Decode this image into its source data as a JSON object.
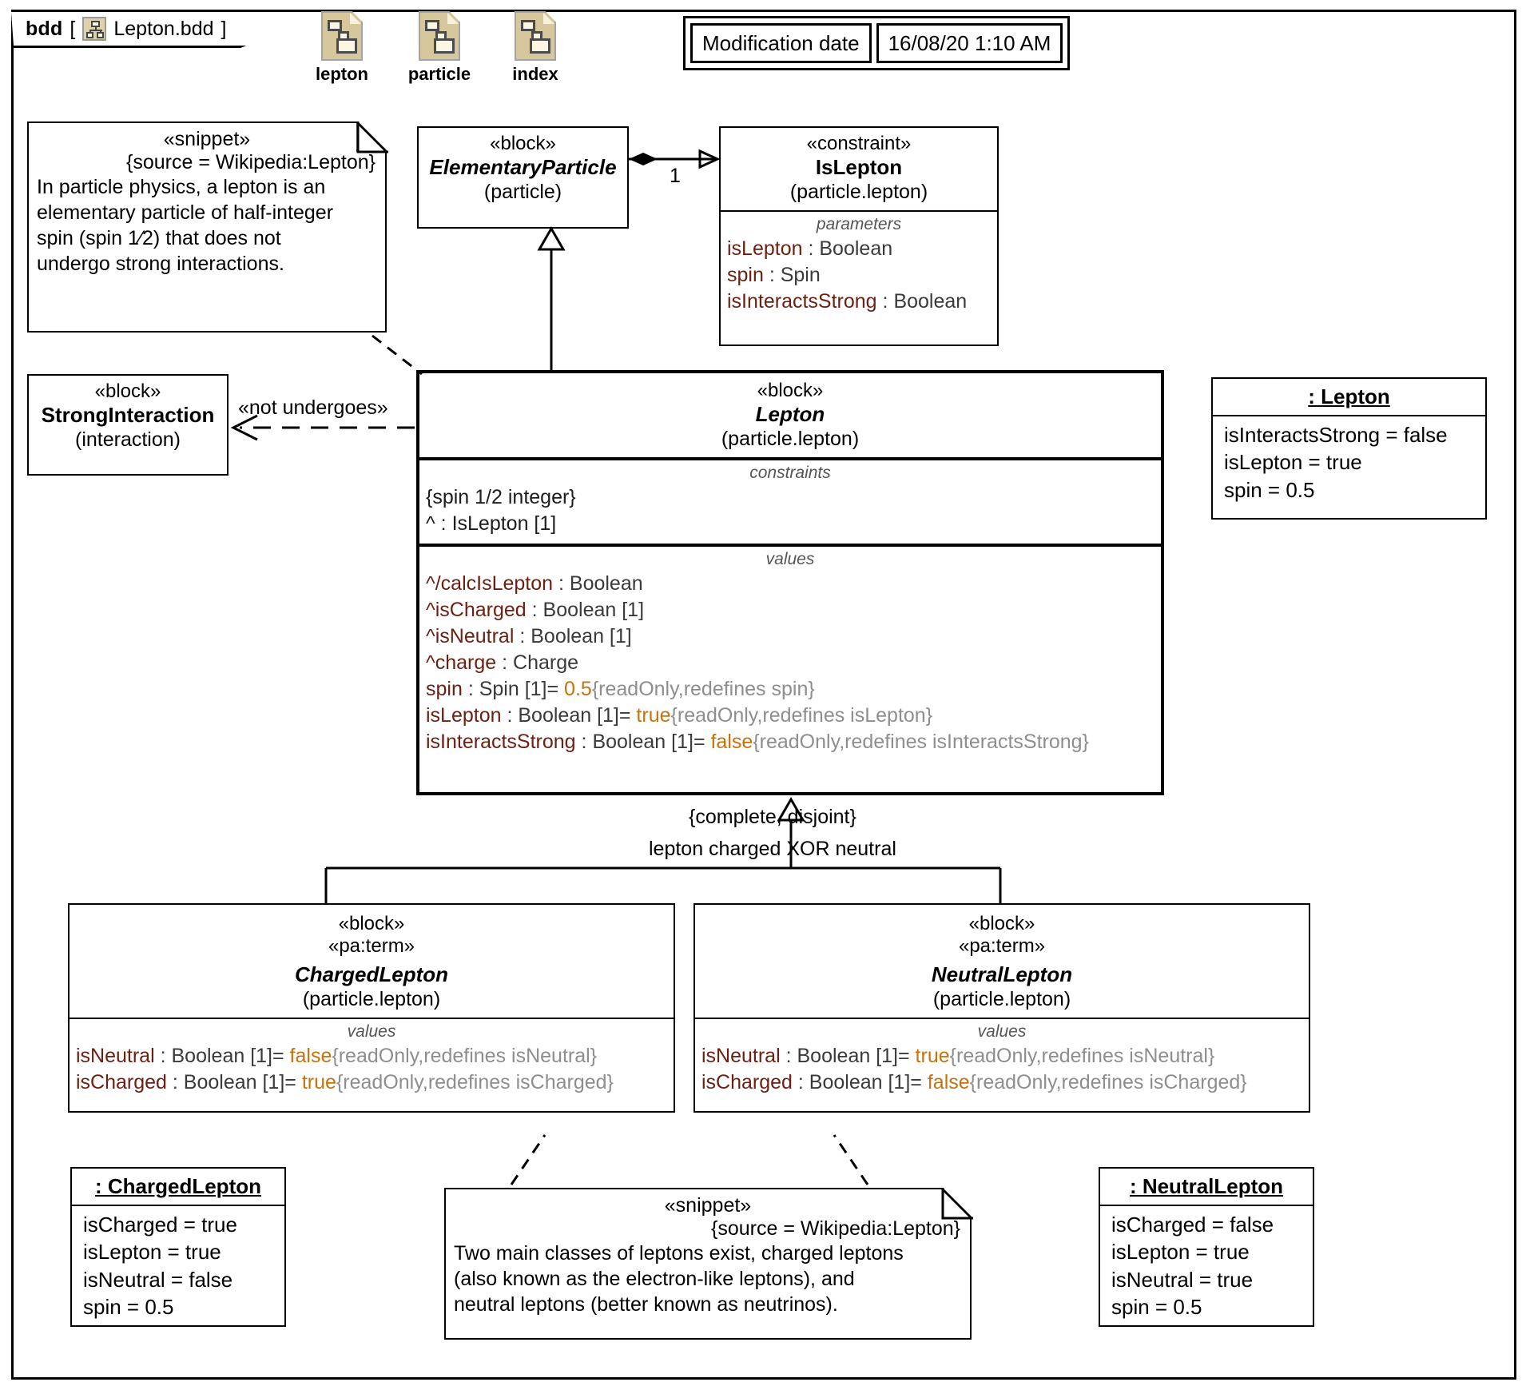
{
  "diagram": {
    "kind": "bdd",
    "bracket_open": "[",
    "bracket_close": "]",
    "name": "Lepton.bdd",
    "frame_icon": "diagram-tree-icon"
  },
  "packages": [
    {
      "label": "lepton",
      "icon": "package-icon"
    },
    {
      "label": "particle",
      "icon": "package-icon"
    },
    {
      "label": "index",
      "icon": "package-icon"
    }
  ],
  "modification": {
    "label": "Modification date",
    "value": "16/08/20 1:10 AM"
  },
  "notes": {
    "top_snippet": {
      "keyword": "«snippet»",
      "source": "{source = Wikipedia:Lepton}",
      "text_lines": [
        "In particle physics, a lepton is an",
        "elementary particle of half-integer",
        "spin (spin 1⁄2) that does not",
        "undergo strong interactions."
      ]
    },
    "bottom_snippet": {
      "keyword": "«snippet»",
      "source": "{source = Wikipedia:Lepton}",
      "text_lines": [
        "Two main classes of leptons exist, charged leptons",
        "(also known as the electron-like leptons), and",
        "neutral leptons (better known as neutrinos)."
      ]
    }
  },
  "blocks": {
    "elementary_particle": {
      "keyword": "«block»",
      "name": "ElementaryParticle",
      "qualified": "(particle)"
    },
    "is_lepton_constraint": {
      "keyword": "«constraint»",
      "name": "IsLepton",
      "qualified": "(particle.lepton)",
      "compartment_label": "parameters",
      "parameters": [
        {
          "name": "isLepton",
          "sep": " : ",
          "type": "Boolean"
        },
        {
          "name": "spin",
          "sep": " : ",
          "type": "Spin"
        },
        {
          "name": "isInteractsStrong",
          "sep": " : ",
          "type": "Boolean"
        }
      ]
    },
    "strong_interaction": {
      "keyword": "«block»",
      "name": "StrongInteraction",
      "qualified": "(interaction)"
    },
    "lepton": {
      "keyword": "«block»",
      "name": "Lepton",
      "qualified": "(particle.lepton)",
      "constraints_label": "constraints",
      "constraints": [
        {
          "text": "{spin 1/2 integer}"
        },
        {
          "text": "^ : IsLepton [1]"
        }
      ],
      "values_label": "values",
      "values": [
        {
          "name": "^/calcIsLepton",
          "sep": " : ",
          "type": "Boolean",
          "value": "",
          "mods": ""
        },
        {
          "name": "^isCharged",
          "sep": " : ",
          "type": "Boolean [1]",
          "value": "",
          "mods": ""
        },
        {
          "name": "^isNeutral",
          "sep": " : ",
          "type": "Boolean [1]",
          "value": "",
          "mods": ""
        },
        {
          "name": "^charge",
          "sep": " : ",
          "type": "Charge",
          "value": "",
          "mods": ""
        },
        {
          "name": "spin",
          "sep": " : ",
          "type": "Spin [1]",
          "eq": "= ",
          "value": "0.5",
          "mods": "{readOnly,redefines spin}"
        },
        {
          "name": "isLepton",
          "sep": " : ",
          "type": "Boolean [1]",
          "eq": "= ",
          "value": "true",
          "mods": "{readOnly,redefines isLepton}"
        },
        {
          "name": "isInteractsStrong",
          "sep": " : ",
          "type": "Boolean [1]",
          "eq": "= ",
          "value": "false",
          "mods": "{readOnly,redefines isInteractsStrong}"
        }
      ]
    },
    "charged_lepton": {
      "keyword": "«block»",
      "keyword2": "«pa:term»",
      "name": "ChargedLepton",
      "qualified": "(particle.lepton)",
      "values_label": "values",
      "values": [
        {
          "name": "isNeutral",
          "sep": " : ",
          "type": "Boolean [1]",
          "eq": "= ",
          "value": "false",
          "mods": "{readOnly,redefines isNeutral}"
        },
        {
          "name": "isCharged",
          "sep": " : ",
          "type": "Boolean [1]",
          "eq": "= ",
          "value": "true",
          "mods": "{readOnly,redefines isCharged}"
        }
      ]
    },
    "neutral_lepton": {
      "keyword": "«block»",
      "keyword2": "«pa:term»",
      "name": "NeutralLepton",
      "qualified": "(particle.lepton)",
      "values_label": "values",
      "values": [
        {
          "name": "isNeutral",
          "sep": " : ",
          "type": "Boolean [1]",
          "eq": "= ",
          "value": "true",
          "mods": "{readOnly,redefines isNeutral}"
        },
        {
          "name": "isCharged",
          "sep": " : ",
          "type": "Boolean [1]",
          "eq": "= ",
          "value": "false",
          "mods": "{readOnly,redefines isCharged}"
        }
      ]
    }
  },
  "instances": {
    "lepton_instance": {
      "title": ": Lepton",
      "slots": [
        "isInteractsStrong = false",
        "isLepton = true",
        "spin = 0.5"
      ]
    },
    "charged_lepton_instance": {
      "title": ": ChargedLepton",
      "slots": [
        "isCharged = true",
        "isLepton = true",
        "isNeutral = false",
        "spin = 0.5"
      ]
    },
    "neutral_lepton_instance": {
      "title": ": NeutralLepton",
      "slots": [
        "isCharged = false",
        "isLepton = true",
        "isNeutral = true",
        "spin = 0.5"
      ]
    }
  },
  "connectors": {
    "composition_multiplicity": "1",
    "not_undergoes_label": "«not undergoes»",
    "generalization_constraint": "{complete, disjoint}",
    "generalization_note": "lepton charged XOR neutral"
  },
  "colors": {
    "property_name": "#6d1f11",
    "property_value": "#c8720c",
    "property_modifier": "#8e8e8e",
    "compartment_label": "#555555",
    "package_icon_fill": "#d6c79c",
    "line": "#000000"
  }
}
